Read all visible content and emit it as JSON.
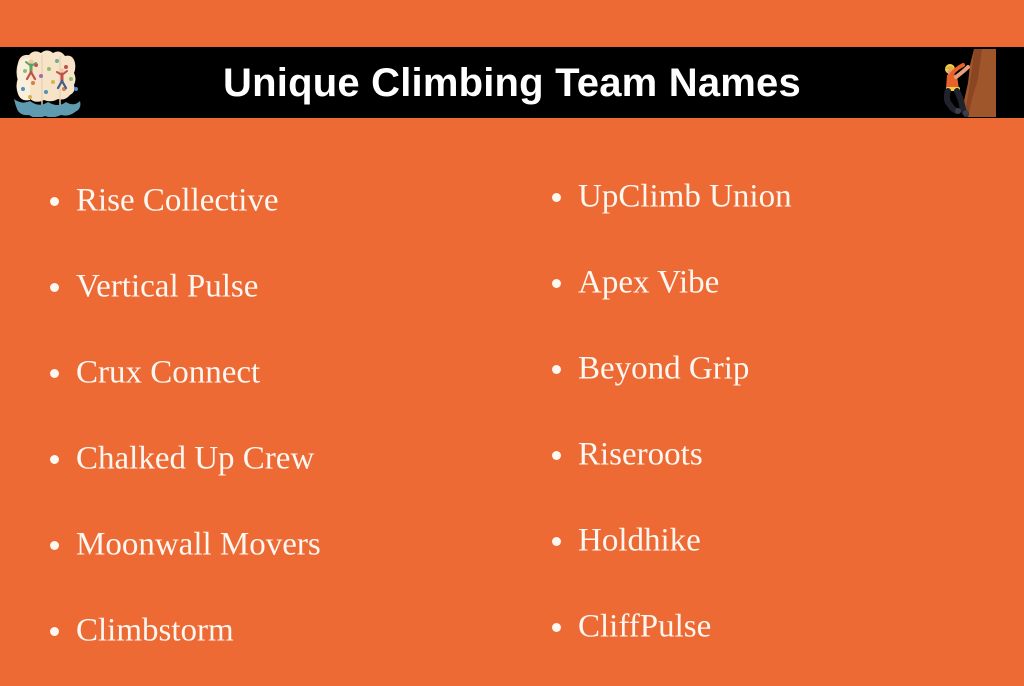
{
  "page": {
    "background_color": "#ED6A34",
    "text_color": "#FDF7F2"
  },
  "header": {
    "title": "Unique Climbing Team Names",
    "band_color": "#000000",
    "title_color": "#FFFFFF",
    "left_icon": "climbing-wall-icon",
    "right_icon": "rock-climber-icon"
  },
  "columns": [
    {
      "name": "left-column",
      "items": [
        {
          "label": "Rise Collective"
        },
        {
          "label": "Vertical Pulse"
        },
        {
          "label": "Crux Connect"
        },
        {
          "label": "Chalked Up Crew"
        },
        {
          "label": "Moonwall Movers"
        },
        {
          "label": "Climbstorm"
        }
      ]
    },
    {
      "name": "right-column",
      "items": [
        {
          "label": "UpClimb Union"
        },
        {
          "label": "Apex Vibe"
        },
        {
          "label": "Beyond Grip"
        },
        {
          "label": "Riseroots"
        },
        {
          "label": "Holdhike"
        },
        {
          "label": "CliffPulse"
        }
      ]
    }
  ]
}
